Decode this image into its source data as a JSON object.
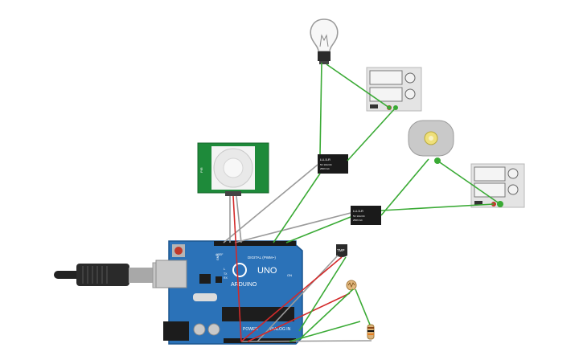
{
  "board": {
    "brand": "ARDUINO",
    "model": "UNO",
    "digital_label": "DIGITAL (PWM~)",
    "power_label": "POWER",
    "analog_label": "ANALOG IN",
    "on_label": "ON",
    "tx_label": "TX",
    "rx_label": "RX",
    "l_label": "L",
    "aref_label": "AREF",
    "gnd_label": "GND"
  },
  "relays": [
    {
      "title": "LU-5-R",
      "line1": "5V 10A DC",
      "line2": "250V AC"
    },
    {
      "title": "LU-5-R",
      "line1": "5V 10A DC",
      "line2": "250V AC"
    }
  ],
  "temp_sensor": {
    "label": "TMP"
  },
  "pir_sensor": {
    "label": "PIR"
  },
  "colors": {
    "wire_green": "#3aaa35",
    "wire_red": "#d32a2a",
    "wire_gray": "#9a9a9a",
    "board_blue": "#2b72b8",
    "pir_green": "#1e8a3a"
  }
}
